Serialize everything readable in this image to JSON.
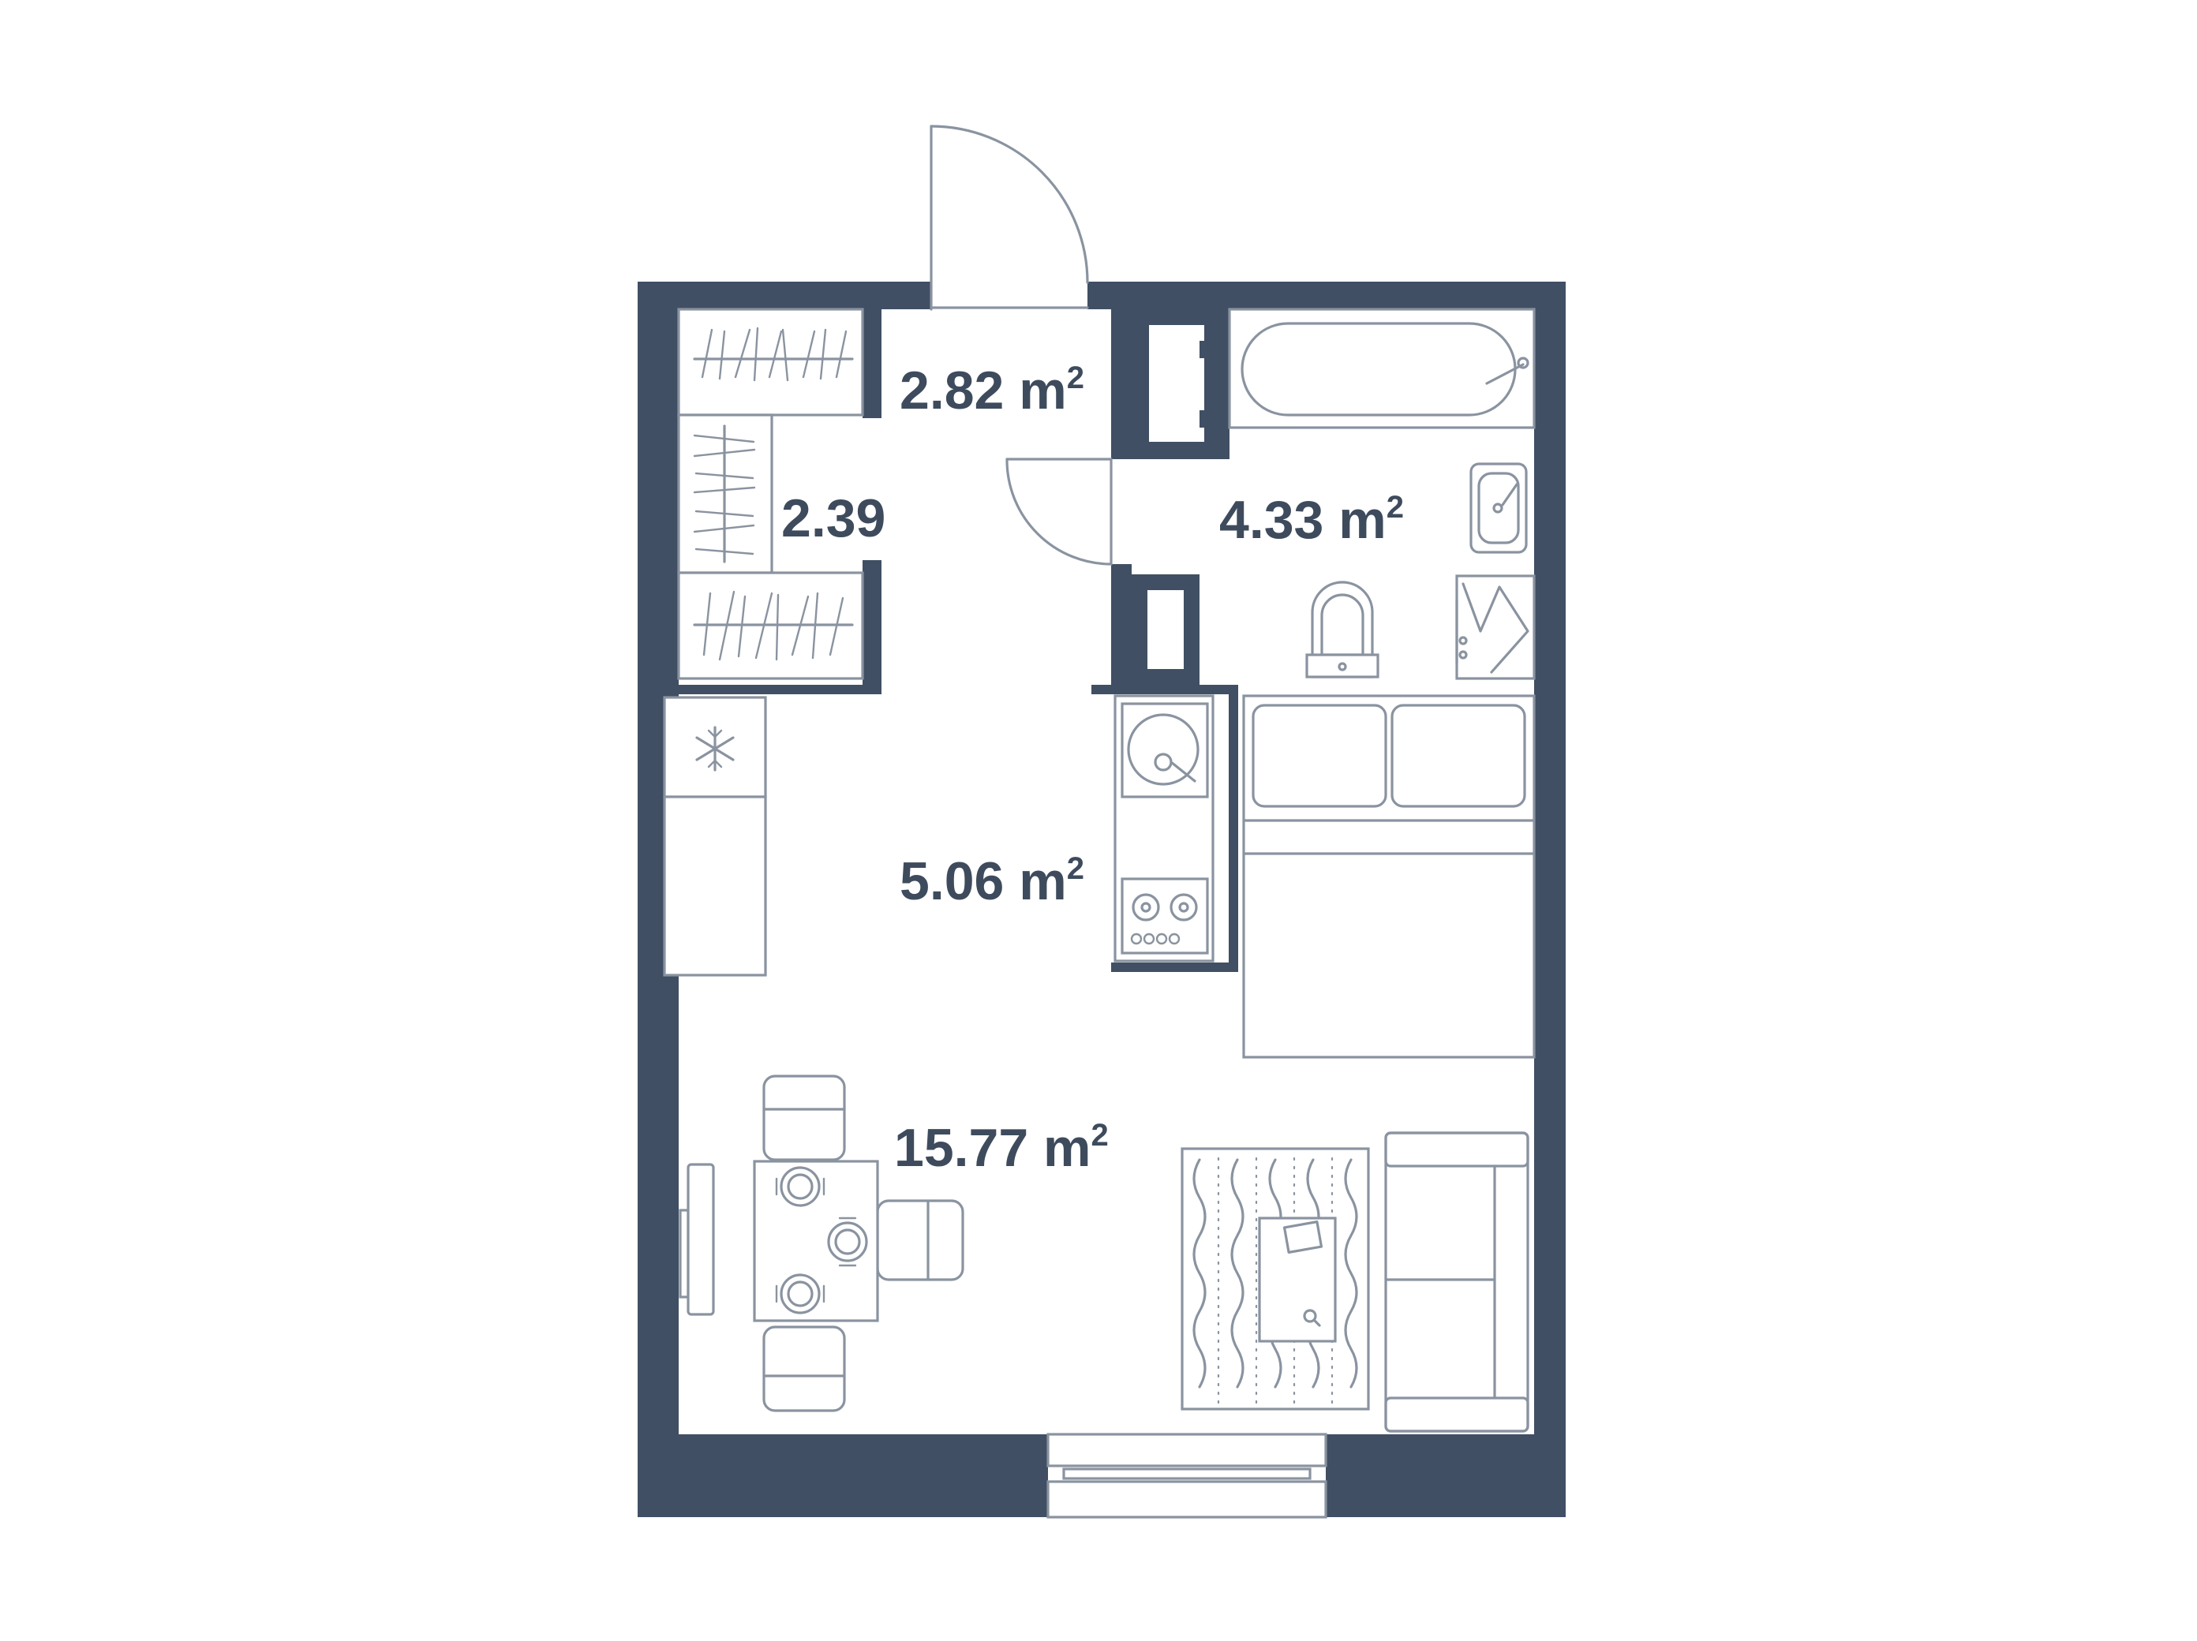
{
  "floor_plan": {
    "colors": {
      "wall": "#404f63",
      "fixture": "#8a93a0",
      "label": "#3e4b5d",
      "background": "#ffffff"
    },
    "rooms": [
      {
        "name": "hall",
        "area": "2.82 m",
        "sup": "2"
      },
      {
        "name": "wardrobe",
        "area": "2.39",
        "sup": ""
      },
      {
        "name": "bathroom",
        "area": "4.33 m",
        "sup": "2"
      },
      {
        "name": "kitchen",
        "area": "5.06 m",
        "sup": "2"
      },
      {
        "name": "living-room",
        "area": "15.77 m",
        "sup": "2"
      }
    ],
    "icons": [
      "snowflake-icon",
      "bathtub-icon",
      "sink-icon",
      "toilet-icon",
      "shower-icon",
      "washing-machine-icon",
      "stove-icon",
      "bed-icon",
      "sofa-icon",
      "rug-icon",
      "coffee-table-icon",
      "dining-table-icon",
      "chair-icon",
      "tv-icon",
      "door-icon",
      "window-icon"
    ]
  }
}
